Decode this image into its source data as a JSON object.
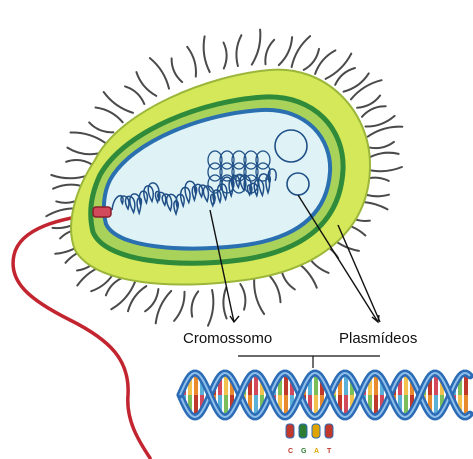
{
  "labels": {
    "chromosome": "Cromossomo",
    "plasmids": "Plasmídeos"
  },
  "bases": [
    {
      "letter": "C",
      "color": "#c0392b"
    },
    {
      "letter": "G",
      "color": "#2e7d32"
    },
    {
      "letter": "A",
      "color": "#e0a400"
    },
    {
      "letter": "T",
      "color": "#c0392b"
    }
  ],
  "colors": {
    "capsule": "#d4e85a",
    "cell_wall": "#2f8a3a",
    "membrane": "#2a6fb0",
    "cytoplasm": "#dff3f7",
    "dna": "#1f4f86",
    "pili": "#4a4a4a",
    "flagellum": "#c2252f",
    "helix_backbone": "#2c6bb5"
  },
  "icons": {
    "bacterium": "bacterium-icon",
    "dna": "dna-double-helix-icon"
  }
}
